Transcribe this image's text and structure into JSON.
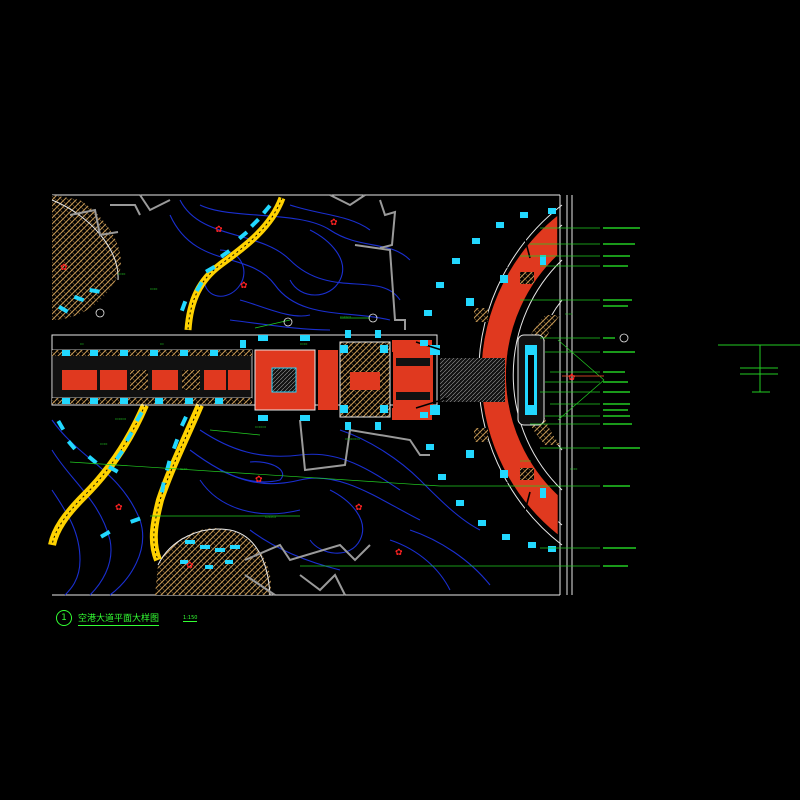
{
  "drawing": {
    "title_number": "1",
    "title": "空港大道平面大样图",
    "scale": "1:150",
    "colors": {
      "background": "#000000",
      "paving_red": "#e0391f",
      "planter_cyan": "#22d8ff",
      "contour_blue": "#1a2fd0",
      "path_yellow": "#ffd200",
      "texture_brown": "#c99a55",
      "leader_green": "#22cc22",
      "outline_white": "#e8e8e8",
      "grey_edge": "#9a9a9a"
    },
    "icons": [
      "tree-symbol-icon",
      "section-marker-icon",
      "north-marker-icon"
    ]
  }
}
